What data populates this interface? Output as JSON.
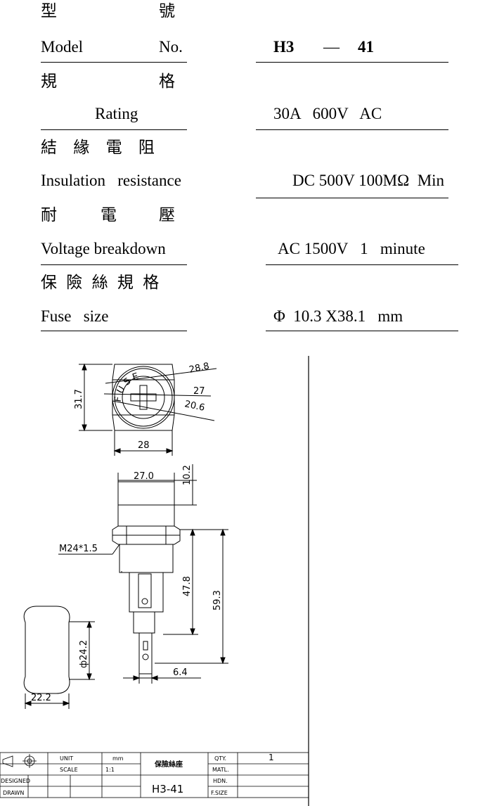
{
  "spec": {
    "model": {
      "zh_1": "型",
      "zh_2": "號",
      "en_1": "Model",
      "en_2": "No.",
      "value_1": "H3",
      "value_dash": "—",
      "value_2": "41"
    },
    "rating": {
      "zh_1": "規",
      "zh_2": "格",
      "en": "Rating",
      "value": "30A   600V   AC"
    },
    "insulation": {
      "zh": "結 緣 電 阻",
      "en": "Insulation   resistance",
      "value": "DC 500V 100MΩ  Min"
    },
    "voltage": {
      "zh_1": "耐",
      "zh_2": "電",
      "zh_3": "壓",
      "en": "Voltage breakdown",
      "value": "AC 1500V   1   minute"
    },
    "fuse": {
      "zh": "保 險 絲 規 格",
      "en": "Fuse   size",
      "value": "Φ  10.3 X38.1   mm"
    }
  },
  "drawing": {
    "top_view_label": "FUSE",
    "dims": {
      "d1": "28.8",
      "d2": "27",
      "d3": "20.6",
      "height": "31.7",
      "width": "28",
      "body_w": "27.0",
      "cap_h": "10.2",
      "thread": "M24*1.5",
      "len1": "47.8",
      "len2": "59.3",
      "pin_w": "6.4",
      "knob_d": "ф24.2",
      "knob_w": "22.2"
    }
  },
  "title_block": {
    "unit_label": "UNIT",
    "unit_value": "mm",
    "scale_label": "SCALE",
    "scale_value": "1:1",
    "name": "保險絲座",
    "qty_label": "QTY.",
    "qty_value": "1",
    "matl_label": "MATL.",
    "hdn_label": "HDN.",
    "fsize_label": "F.SIZE",
    "designed_label": "DESIGNED",
    "drawn_label": "DRAWN",
    "part_no": "H3-41"
  }
}
